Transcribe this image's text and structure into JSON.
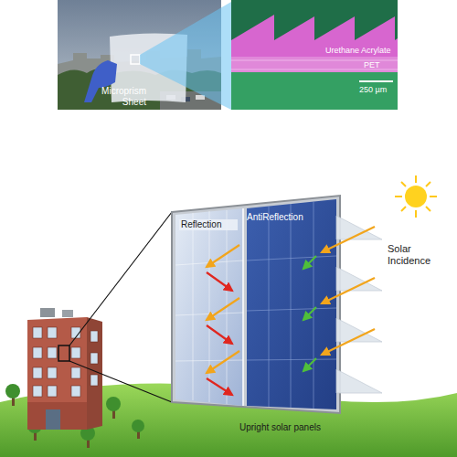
{
  "diagram": {
    "labels": [
      "Microprism Sheet",
      "Urethane Acrylate",
      "PET",
      "250 µm",
      "Reflection",
      "AntiReflection",
      "Solar Incidence",
      "Upright solar panels"
    ]
  }
}
